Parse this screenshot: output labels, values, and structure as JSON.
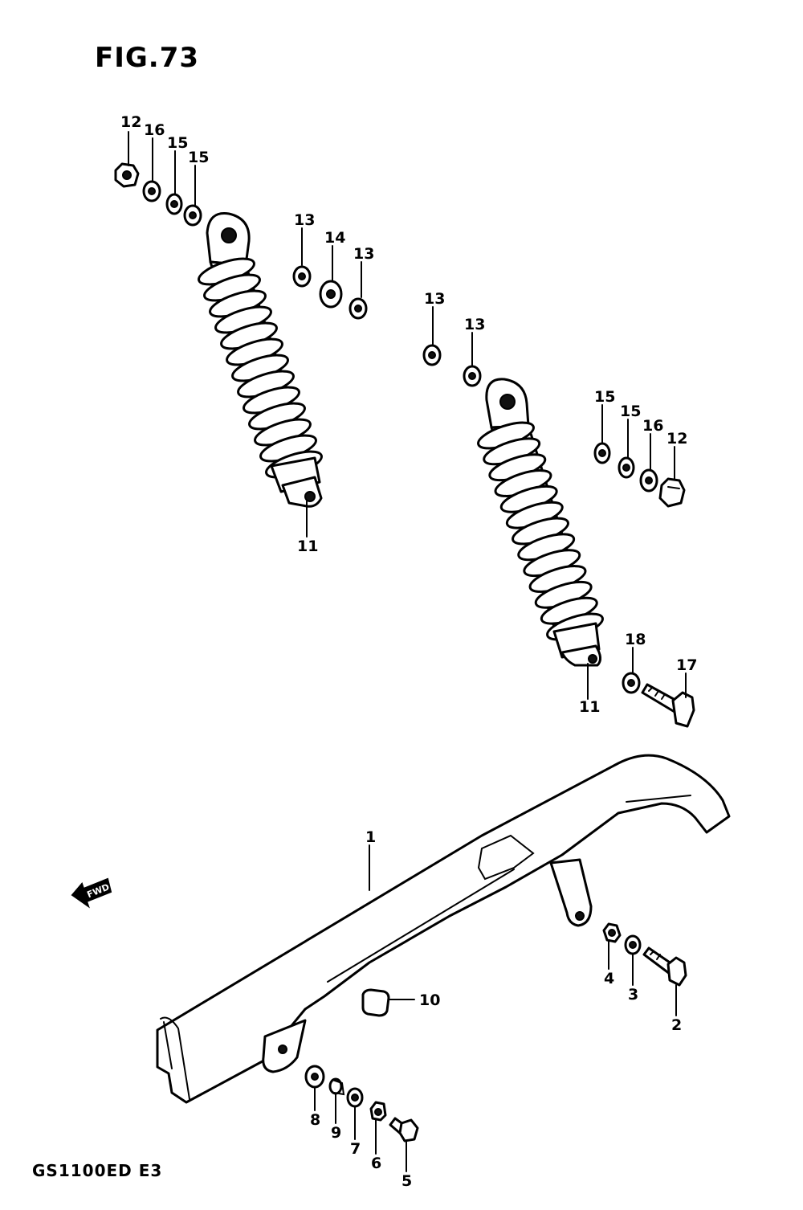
{
  "figure": {
    "title": "FIG.73",
    "model_code": "GS1100ED E3"
  },
  "fwd_label": "FWD",
  "callouts": [
    {
      "id": "c12a",
      "label": "12"
    },
    {
      "id": "c16a",
      "label": "16"
    },
    {
      "id": "c15a",
      "label": "15"
    },
    {
      "id": "c15b",
      "label": "15"
    },
    {
      "id": "c13a",
      "label": "13"
    },
    {
      "id": "c14",
      "label": "14"
    },
    {
      "id": "c13b",
      "label": "13"
    },
    {
      "id": "c13c",
      "label": "13"
    },
    {
      "id": "c13d",
      "label": "13"
    },
    {
      "id": "c15c",
      "label": "15"
    },
    {
      "id": "c15d",
      "label": "15"
    },
    {
      "id": "c16b",
      "label": "16"
    },
    {
      "id": "c12b",
      "label": "12"
    },
    {
      "id": "c11a",
      "label": "11"
    },
    {
      "id": "c11b",
      "label": "11"
    },
    {
      "id": "c18",
      "label": "18"
    },
    {
      "id": "c17",
      "label": "17"
    },
    {
      "id": "c1",
      "label": "1"
    },
    {
      "id": "c10",
      "label": "10"
    },
    {
      "id": "c4",
      "label": "4"
    },
    {
      "id": "c3",
      "label": "3"
    },
    {
      "id": "c2",
      "label": "2"
    },
    {
      "id": "c8",
      "label": "8"
    },
    {
      "id": "c9",
      "label": "9"
    },
    {
      "id": "c7",
      "label": "7"
    },
    {
      "id": "c6",
      "label": "6"
    },
    {
      "id": "c5",
      "label": "5"
    }
  ]
}
